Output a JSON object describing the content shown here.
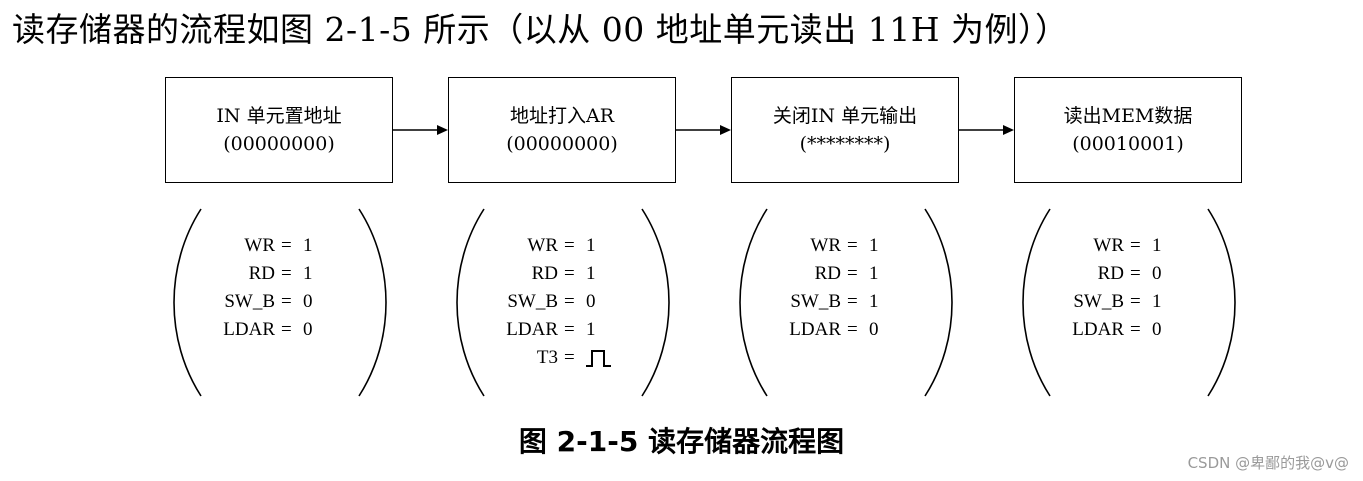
{
  "heading": "读存储器的流程如图 2-1-5 所示（以从 00 地址单元读出 11H 为例））",
  "steps": [
    {
      "title": "IN 单元置地址",
      "value": "(00000000)",
      "signals": [
        {
          "name": "WR",
          "op": "=",
          "value": "1"
        },
        {
          "name": "RD",
          "op": "=",
          "value": "1"
        },
        {
          "name": "SW_B",
          "op": "=",
          "value": "0"
        },
        {
          "name": "LDAR",
          "op": "=",
          "value": "0"
        }
      ]
    },
    {
      "title": "地址打入AR",
      "value": "(00000000)",
      "signals": [
        {
          "name": "WR",
          "op": "=",
          "value": "1"
        },
        {
          "name": "RD",
          "op": "=",
          "value": "1"
        },
        {
          "name": "SW_B",
          "op": "=",
          "value": "0"
        },
        {
          "name": "LDAR",
          "op": "=",
          "value": "1"
        },
        {
          "name": "T3",
          "op": "=",
          "value": "",
          "icon": "pulse-icon"
        }
      ]
    },
    {
      "title": "关闭IN 单元输出",
      "value": "(********)",
      "signals": [
        {
          "name": "WR",
          "op": "=",
          "value": "1"
        },
        {
          "name": "RD",
          "op": "=",
          "value": "1"
        },
        {
          "name": "SW_B",
          "op": "=",
          "value": "1"
        },
        {
          "name": "LDAR",
          "op": "=",
          "value": "0"
        }
      ]
    },
    {
      "title": "读出MEM数据",
      "value": "(00010001)",
      "signals": [
        {
          "name": "WR",
          "op": "=",
          "value": "1"
        },
        {
          "name": "RD",
          "op": "=",
          "value": "0"
        },
        {
          "name": "SW_B",
          "op": "=",
          "value": "1"
        },
        {
          "name": "LDAR",
          "op": "=",
          "value": "0"
        }
      ]
    }
  ],
  "caption": "图 2-1-5   读存储器流程图",
  "watermark": "CSDN @卑鄙的我@v@"
}
